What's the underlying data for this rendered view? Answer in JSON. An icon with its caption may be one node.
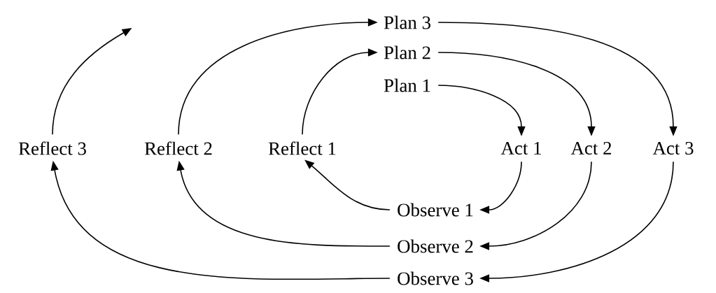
{
  "diagram": {
    "nodes": [
      {
        "text": [
          "Plan 3"
        ]
      },
      {
        "text": [
          "Plan 2"
        ]
      },
      {
        "text": [
          "Plan 1"
        ]
      },
      {
        "text": [
          "Reflect 3"
        ]
      },
      {
        "text": [
          "Reflect 2"
        ]
      },
      {
        "text": [
          "Reflect 1"
        ]
      },
      {
        "text": [
          "Act 1"
        ]
      },
      {
        "text": [
          "Act 2"
        ]
      },
      {
        "text": [
          "Act 3"
        ]
      },
      {
        "text": [
          "Observe 1"
        ]
      },
      {
        "text": [
          "Observe 2"
        ]
      },
      {
        "text": [
          "Observe 3"
        ]
      }
    ],
    "edges": [
      {
        "from": 2,
        "to": 6,
        "arrow": "to"
      },
      {
        "from": 1,
        "to": 7,
        "arrow": "to"
      },
      {
        "from": 0,
        "to": 8,
        "arrow": "to"
      },
      {
        "from": 6,
        "to": 9,
        "arrow": "to"
      },
      {
        "from": 7,
        "to": 10,
        "arrow": "to"
      },
      {
        "from": 8,
        "to": 11,
        "arrow": "to"
      },
      {
        "from": 9,
        "to": 5,
        "arrow": "to"
      },
      {
        "from": 10,
        "to": 4,
        "arrow": "to"
      },
      {
        "from": 11,
        "to": 3,
        "arrow": "to"
      },
      {
        "from": 5,
        "to": 1,
        "arrow": "to"
      },
      {
        "from": 4,
        "to": 0,
        "arrow": "to"
      },
      {
        "from": 3,
        "to": null,
        "arrow": "to"
      }
    ]
  }
}
